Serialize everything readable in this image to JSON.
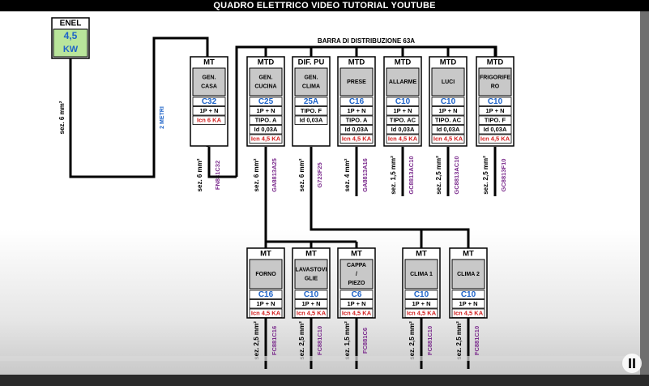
{
  "window": {
    "title": "QUADRO ELETTRICO VIDEO TUTORIAL YOUTUBE"
  },
  "player": {
    "pause_icon": "pause-icon"
  },
  "enel": {
    "label": "ENEL",
    "value": "4,5",
    "unit": "KW"
  },
  "main_cable": {
    "section": "sez. 6 mm²",
    "distance": "2 METRI"
  },
  "bus": {
    "label": "BARRA DI DISTRIBUZIONE 63A"
  },
  "colors": {
    "accent_blue": "#1e63c8",
    "red": "#d11a1a",
    "purple": "#7a2a8c",
    "grey_box": "#c8c8c8",
    "enel_green": "#b9e59b"
  },
  "top_breakers": [
    {
      "type": "MT",
      "name": [
        "GEN.",
        "CASA"
      ],
      "rating": "C32",
      "poles": "1P + N",
      "tipo": "",
      "id": "",
      "icn": "Icn 6 KA",
      "cable": "sez. 6 mm²",
      "code": "FN881C32"
    },
    {
      "type": "MTD",
      "name": [
        "GEN.",
        "CUCINA"
      ],
      "rating": "C25",
      "poles": "1P + N",
      "tipo": "TIPO. A",
      "id": "Id 0,03A",
      "icn": "Icn 4,5 KA",
      "cable": "sez. 6 mm²",
      "code": "GA8813A25"
    },
    {
      "type": "DIF. PU",
      "name": [
        "GEN.",
        "CLIMA"
      ],
      "rating": "25A",
      "poles": "TIPO. F",
      "tipo": "Id 0,03A",
      "id": "",
      "icn": "",
      "cable": "sez. 6 mm²",
      "code": "G723F25"
    },
    {
      "type": "MTD",
      "name": [
        "PRESE"
      ],
      "rating": "C16",
      "poles": "1P + N",
      "tipo": "TIPO. A",
      "id": "Id 0,03A",
      "icn": "Icn 4,5 KA",
      "cable": "sez. 4 mm²",
      "code": "GA8813A16"
    },
    {
      "type": "MTD",
      "name": [
        "ALLARME"
      ],
      "rating": "C10",
      "poles": "1P + N",
      "tipo": "TIPO. AC",
      "id": "Id 0,03A",
      "icn": "Icn 4,5 KA",
      "cable": "sez. 1,5 mm²",
      "code": "GC8813AC10"
    },
    {
      "type": "MTD",
      "name": [
        "LUCI"
      ],
      "rating": "C10",
      "poles": "1P + N",
      "tipo": "TIPO. AC",
      "id": "Id 0,03A",
      "icn": "Icn 4,5 KA",
      "cable": "sez. 2,5 mm²",
      "code": "GC8813AC10"
    },
    {
      "type": "MTD",
      "name": [
        "FRIGORIFE",
        "RO"
      ],
      "rating": "C10",
      "poles": "1P + N",
      "tipo": "TIPO. F",
      "id": "Id 0,03A",
      "icn": "Icn 4,5 KA",
      "cable": "sez. 2,5 mm²",
      "code": "GC8813F10"
    }
  ],
  "bottom_breakers": [
    {
      "type": "MT",
      "name": [
        "FORNO"
      ],
      "rating": "C16",
      "poles": "1P + N",
      "icn": "Icn 4,5 KA",
      "cable": "sez. 2,5 mm²",
      "code": "FC881C16"
    },
    {
      "type": "MT",
      "name": [
        "LAVASTOVI",
        "GLIE"
      ],
      "rating": "C10",
      "poles": "1P + N",
      "icn": "Icn 4,5 KA",
      "cable": "sez. 2,5 mm²",
      "code": "FC881C10"
    },
    {
      "type": "MT",
      "name": [
        "CAPPA",
        "/",
        "PIEZO"
      ],
      "rating": "C6",
      "poles": "1P + N",
      "icn": "Icn 4,5 KA",
      "cable": "sez. 1,5 mm²",
      "code": "FC881C6"
    },
    {
      "type": "MT",
      "name": [
        "CLIMA 1"
      ],
      "rating": "C10",
      "poles": "1P + N",
      "icn": "Icn 4,5 KA",
      "cable": "sez. 2,5 mm²",
      "code": "FC881C10"
    },
    {
      "type": "MT",
      "name": [
        "CLIMA 2"
      ],
      "rating": "C10",
      "poles": "1P + N",
      "icn": "Icn 4,5 KA",
      "cable": "sez. 2,5 mm²",
      "code": "FC881C10"
    }
  ]
}
